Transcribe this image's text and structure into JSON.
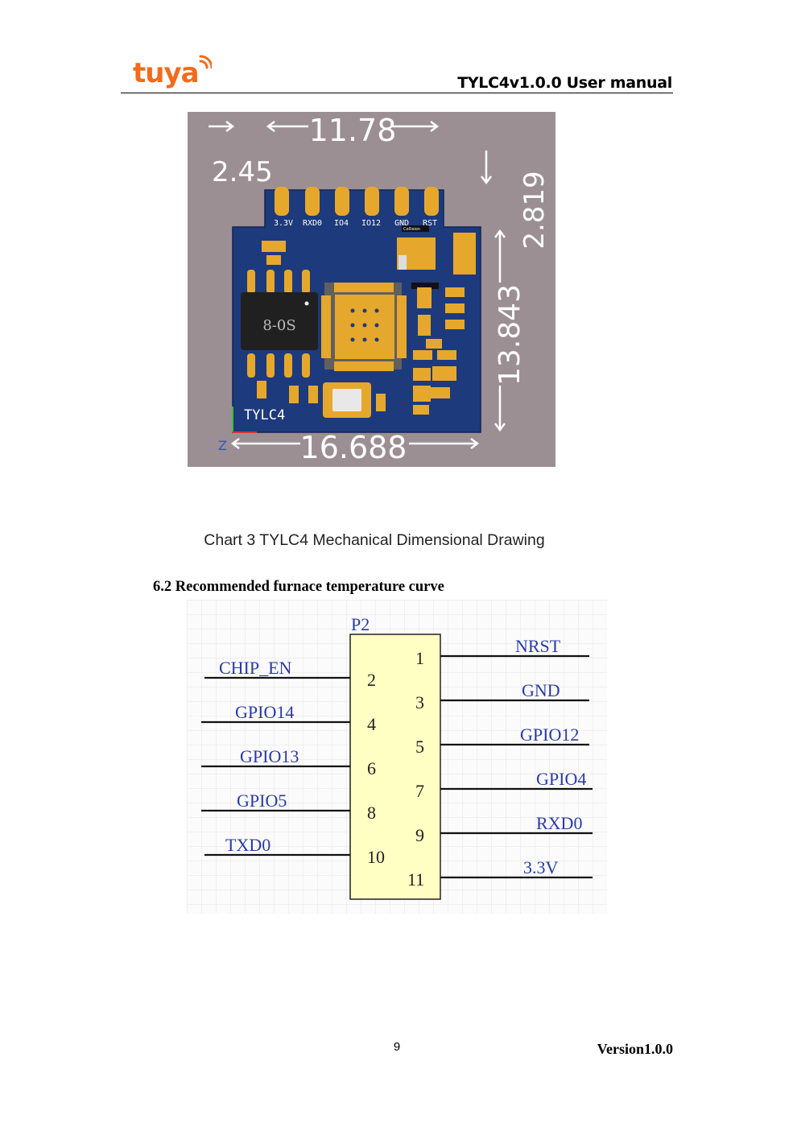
{
  "header": {
    "logo_text": "tuya",
    "doc_title": "TYLC4v1.0.0 User manual"
  },
  "drawing": {
    "dim_top_width": "11.78",
    "dim_offset": "2.45",
    "dim_pad_height": "2.819",
    "dim_body_height": "13.843",
    "dim_total_width": "16.688",
    "pin_labels": [
      "3.3V",
      "RXD0",
      "IO4",
      "IO12",
      "GND",
      "RST"
    ],
    "chip_label": "8-0S",
    "board_label": "TYLC4",
    "collision_tag": "Collision",
    "axis_z": "Z"
  },
  "chart_caption": "Chart 3 TYLC4 Mechanical Dimensional Drawing",
  "section_heading": "6.2 Recommended furnace temperature curve",
  "pinout": {
    "ref": "P2",
    "left_pins": [
      {
        "num": "2",
        "net": "CHIP_EN"
      },
      {
        "num": "4",
        "net": "GPIO14"
      },
      {
        "num": "6",
        "net": "GPIO13"
      },
      {
        "num": "8",
        "net": "GPIO5"
      },
      {
        "num": "10",
        "net": "TXD0"
      }
    ],
    "right_pins": [
      {
        "num": "1",
        "net": "NRST"
      },
      {
        "num": "3",
        "net": "GND"
      },
      {
        "num": "5",
        "net": "GPIO12"
      },
      {
        "num": "7",
        "net": "GPIO4"
      },
      {
        "num": "9",
        "net": "RXD0"
      },
      {
        "num": "11",
        "net": "3.3V"
      }
    ]
  },
  "footer": {
    "page_number": "9",
    "version": "Version1.0.0"
  }
}
